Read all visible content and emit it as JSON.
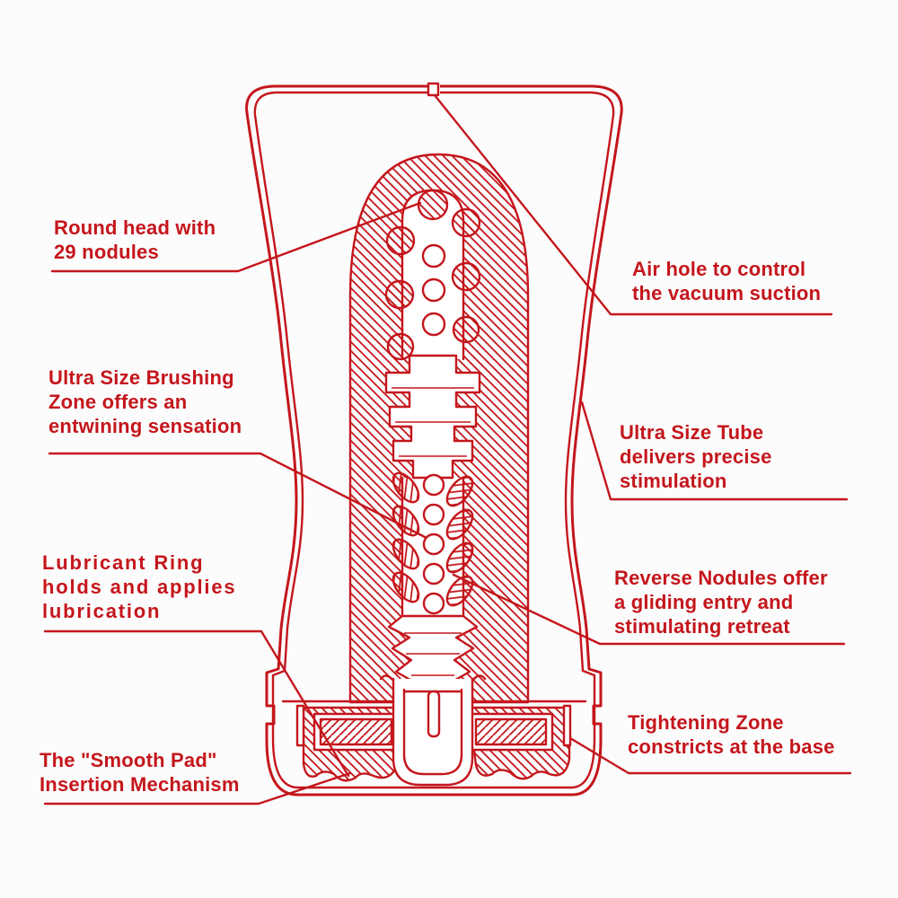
{
  "colors": {
    "accent": "#C4161C",
    "background": "#FCFCFC"
  },
  "callouts": {
    "round_head": "Round head with\n29 nodules",
    "air_hole": "Air hole to control\nthe vacuum suction",
    "brushing_zone": "Ultra Size Brushing\nZone offers an\nentwining sensation",
    "ultra_size_tube": "Ultra Size Tube\ndelivers precise\nstimulation",
    "lubricant_ring": "Lubricant Ring\nholds and applies\nlubrication",
    "reverse_nodules": "Reverse Nodules offer\na gliding entry and\nstimulating retreat",
    "smooth_pad": "The \"Smooth Pad\"\nInsertion Mechanism",
    "tightening_zone": "Tightening Zone\nconstricts at the base"
  }
}
